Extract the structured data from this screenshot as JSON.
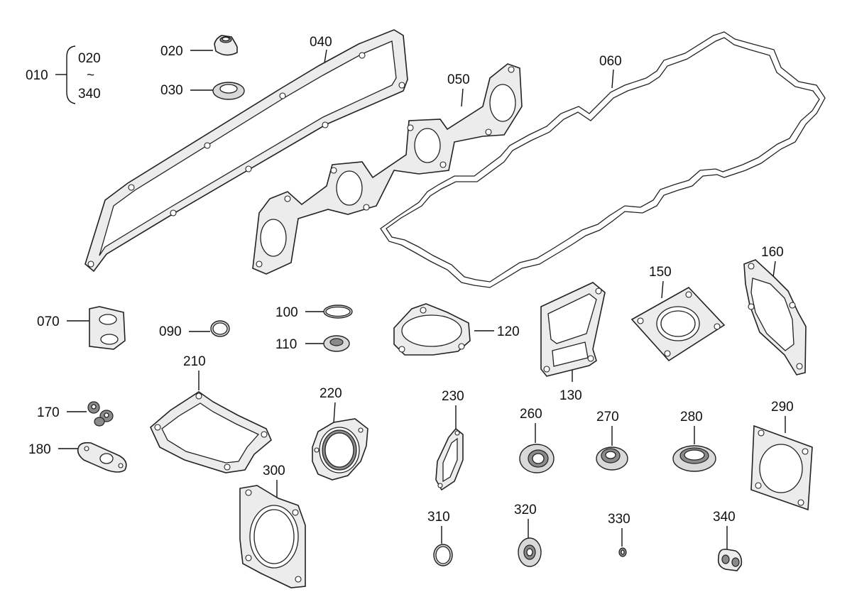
{
  "labels": {
    "p010": "010",
    "range_top": "020",
    "range_sep": "~",
    "range_bottom": "340",
    "p020": "020",
    "p030": "030",
    "p040": "040",
    "p050": "050",
    "p060": "060",
    "p070": "070",
    "p090": "090",
    "p100": "100",
    "p110": "110",
    "p120": "120",
    "p130": "130",
    "p150": "150",
    "p160": "160",
    "p170": "170",
    "p180": "180",
    "p210": "210",
    "p220": "220",
    "p230": "230",
    "p260": "260",
    "p270": "270",
    "p280": "280",
    "p290": "290",
    "p300": "300",
    "p310": "310",
    "p320": "320",
    "p330": "330",
    "p340": "340"
  }
}
